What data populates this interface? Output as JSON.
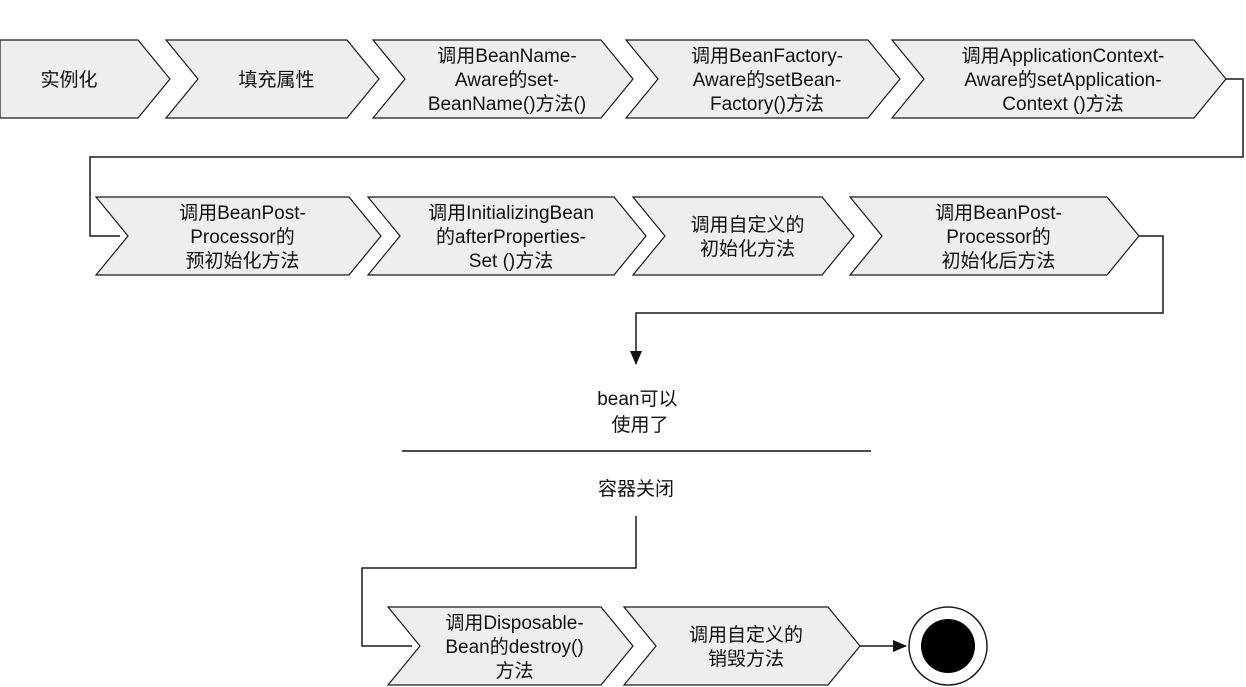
{
  "diagram": {
    "row1": [
      {
        "id": "instantiate",
        "lines": [
          "实例化"
        ]
      },
      {
        "id": "populate-properties",
        "lines": [
          "填充属性"
        ]
      },
      {
        "id": "set-bean-name",
        "lines": [
          "调用BeanName-",
          "Aware的set-",
          "BeanName()方法()"
        ]
      },
      {
        "id": "set-bean-factory",
        "lines": [
          "调用BeanFactory-",
          "Aware的setBean-",
          "Factory()方法"
        ]
      },
      {
        "id": "set-application-context",
        "lines": [
          "调用ApplicationContext-",
          "Aware的setApplication-",
          "Context ()方法"
        ]
      }
    ],
    "row2": [
      {
        "id": "before-initialization",
        "lines": [
          "调用BeanPost-",
          "Processor的",
          "预初始化方法"
        ]
      },
      {
        "id": "after-properties-set",
        "lines": [
          "调用InitializingBean",
          "的afterProperties-",
          "Set ()方法"
        ]
      },
      {
        "id": "custom-init",
        "lines": [
          "调用自定义的",
          "初始化方法"
        ]
      },
      {
        "id": "after-initialization",
        "lines": [
          "调用BeanPost-",
          "Processor的",
          "初始化后方法"
        ]
      }
    ],
    "ready": {
      "lines": [
        "bean可以",
        "使用了"
      ]
    },
    "close": {
      "label": "容器关闭"
    },
    "row3": [
      {
        "id": "destroy",
        "lines": [
          "调用Disposable-",
          "Bean的destroy()",
          "方法"
        ]
      },
      {
        "id": "custom-destroy",
        "lines": [
          "调用自定义的",
          "销毁方法"
        ]
      }
    ]
  }
}
